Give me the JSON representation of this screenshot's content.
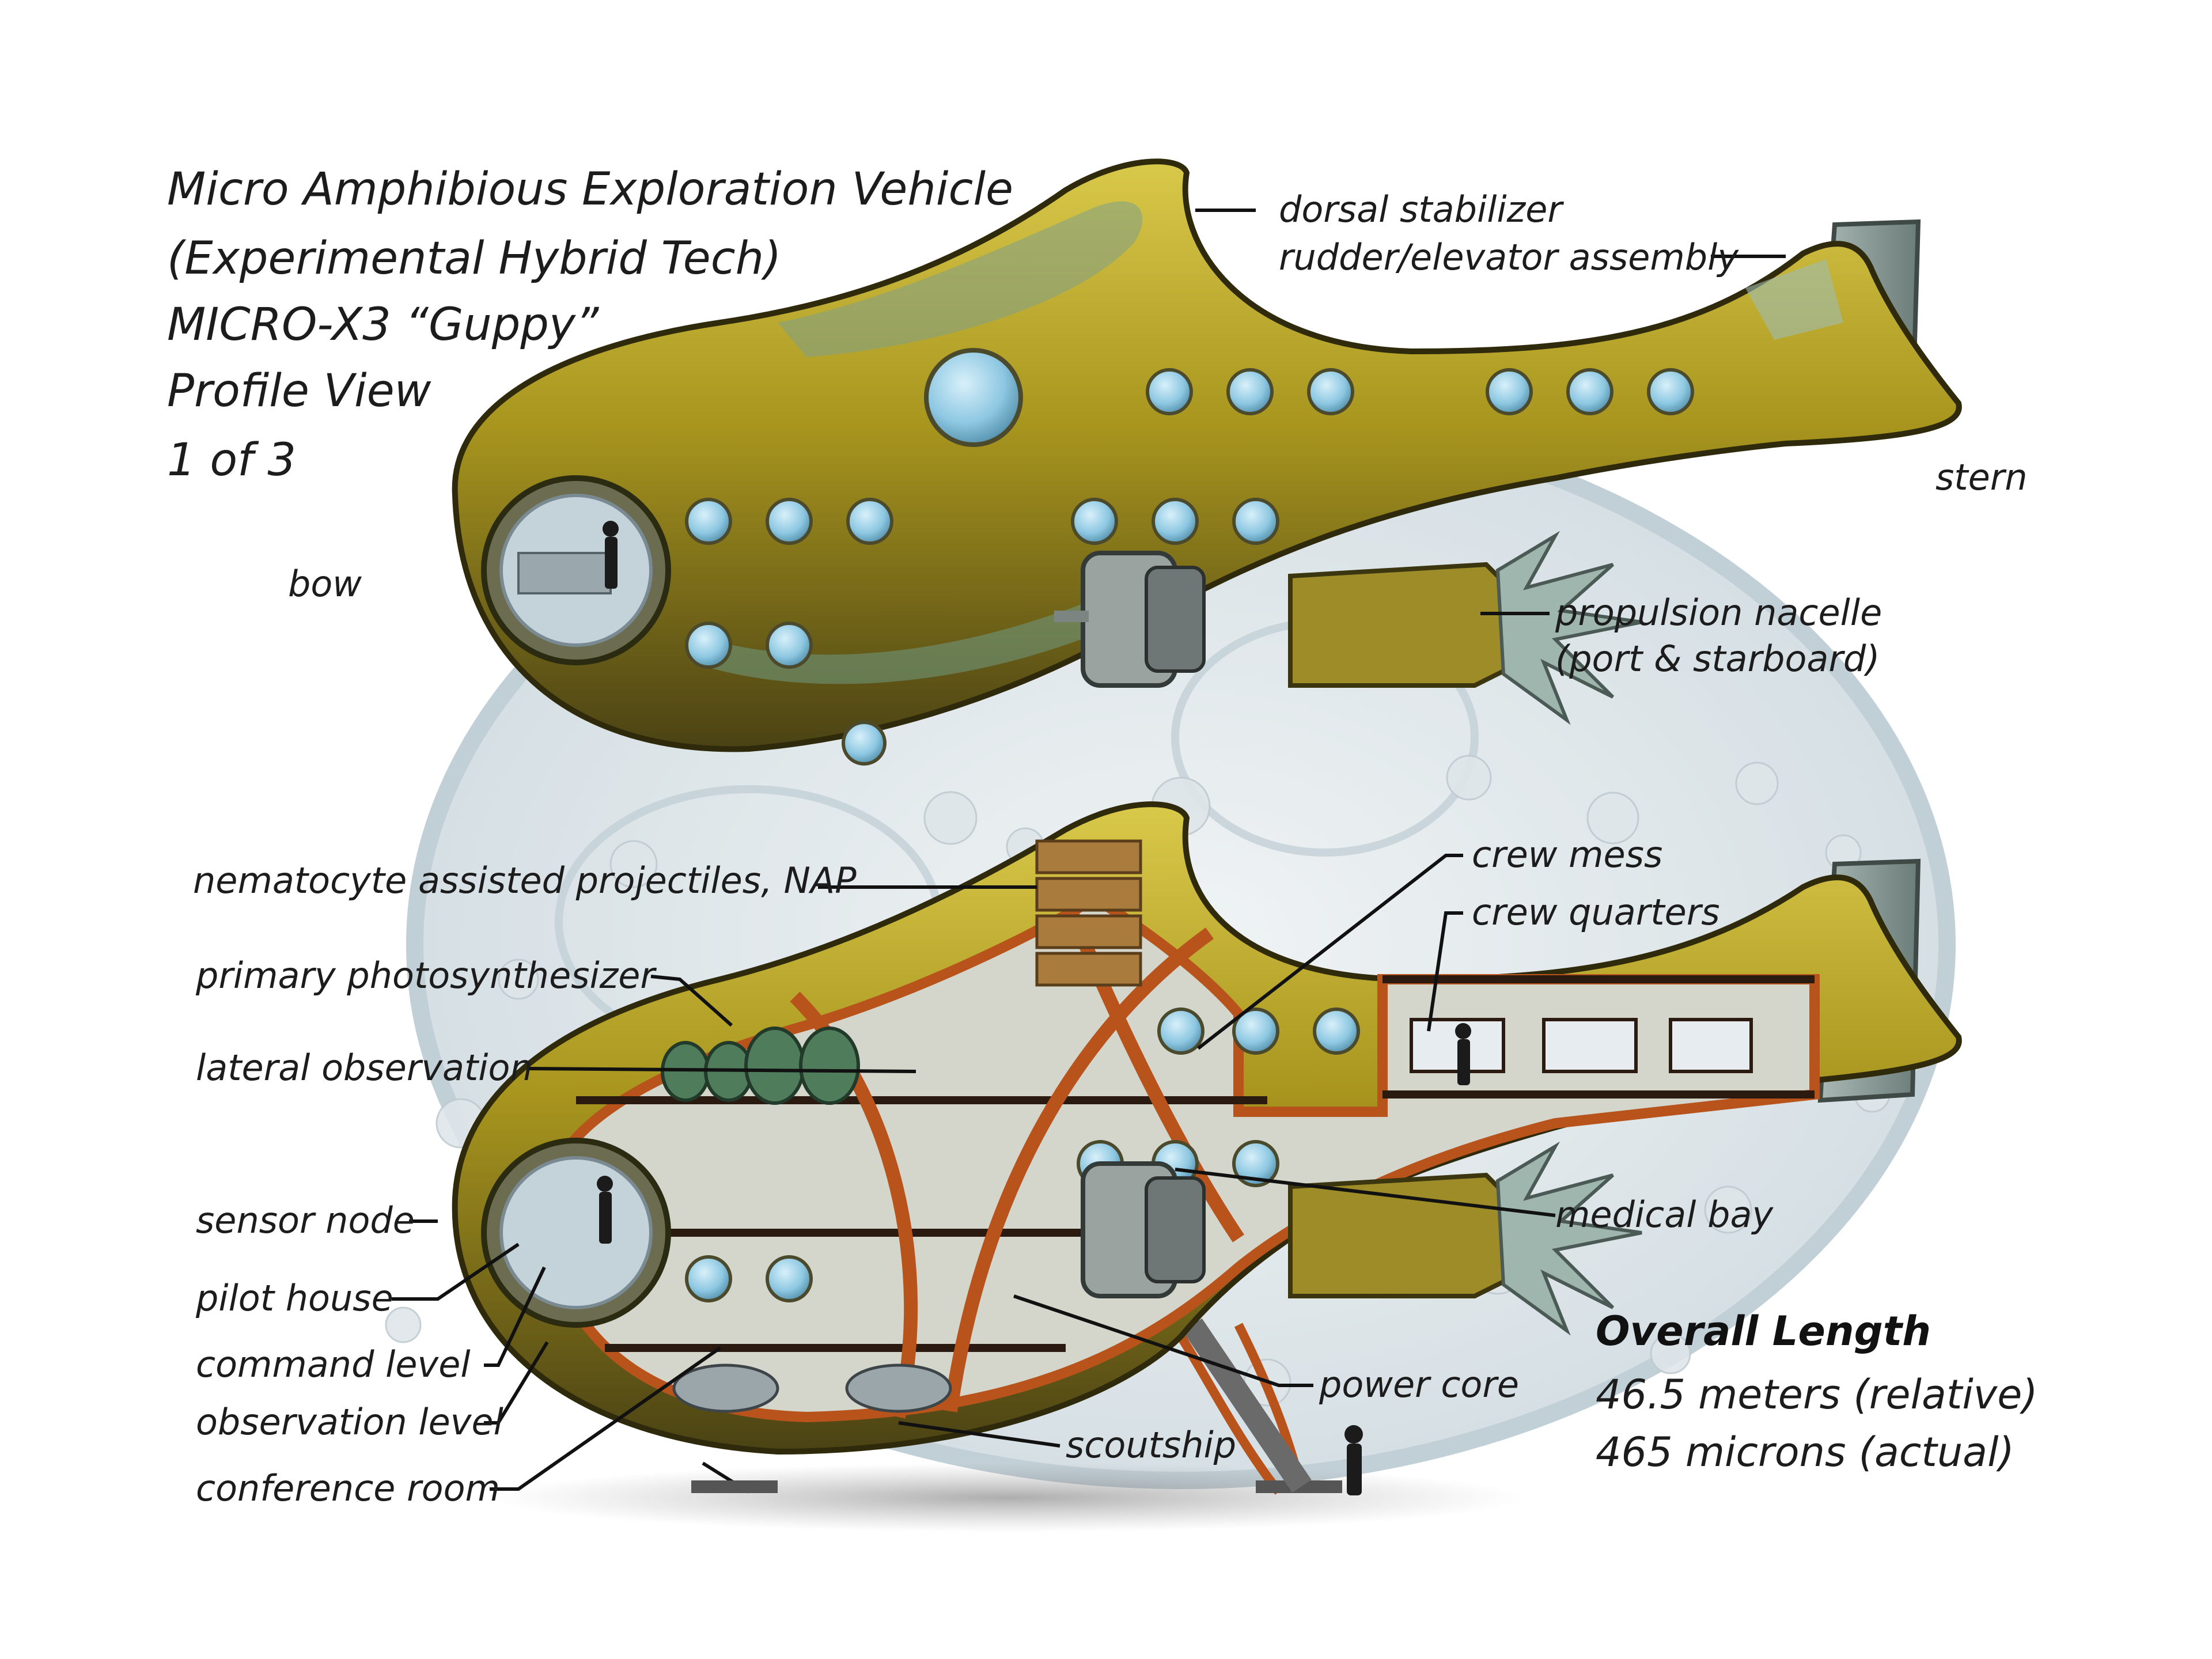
{
  "title": {
    "lines": [
      "Micro Amphibious Exploration Vehicle",
      "(Experimental Hybrid Tech)",
      "MICRO-X3 “Guppy”",
      "Profile View",
      "1  of 3"
    ]
  },
  "profile_labels": {
    "dorsal_stabilizer": "dorsal stabilizer",
    "rudder_elevator": "rudder/elevator assembly",
    "stern": "stern",
    "bow": "bow",
    "propulsion_line1": "propulsion nacelle",
    "propulsion_line2": "(port & starboard)"
  },
  "cutaway_labels": {
    "nap": "nematocyte assisted projectiles, NAP",
    "photosynthesizer": "primary photosynthesizer",
    "lateral_observation": "lateral observation",
    "sensor_node": "sensor node",
    "pilot_house": "pilot house",
    "command_level": "command level",
    "observation_level": "observation level",
    "conference_room": "conference room",
    "crew_mess": "crew mess",
    "crew_quarters": "crew quarters",
    "medical_bay": "medical bay",
    "power_core": "power core",
    "scoutship": "scoutship"
  },
  "specs": {
    "heading": "Overall Length",
    "relative": "46.5 meters (relative)",
    "actual": "465 microns (actual)"
  },
  "colors": {
    "hull_gold": "#a8951e",
    "hull_dark": "#3a3410",
    "frame_orange": "#b8531c",
    "window_blue": "#8ec8e2",
    "nacelle_gray": "#8a9a98",
    "background_cell": "#d9e2e6"
  }
}
